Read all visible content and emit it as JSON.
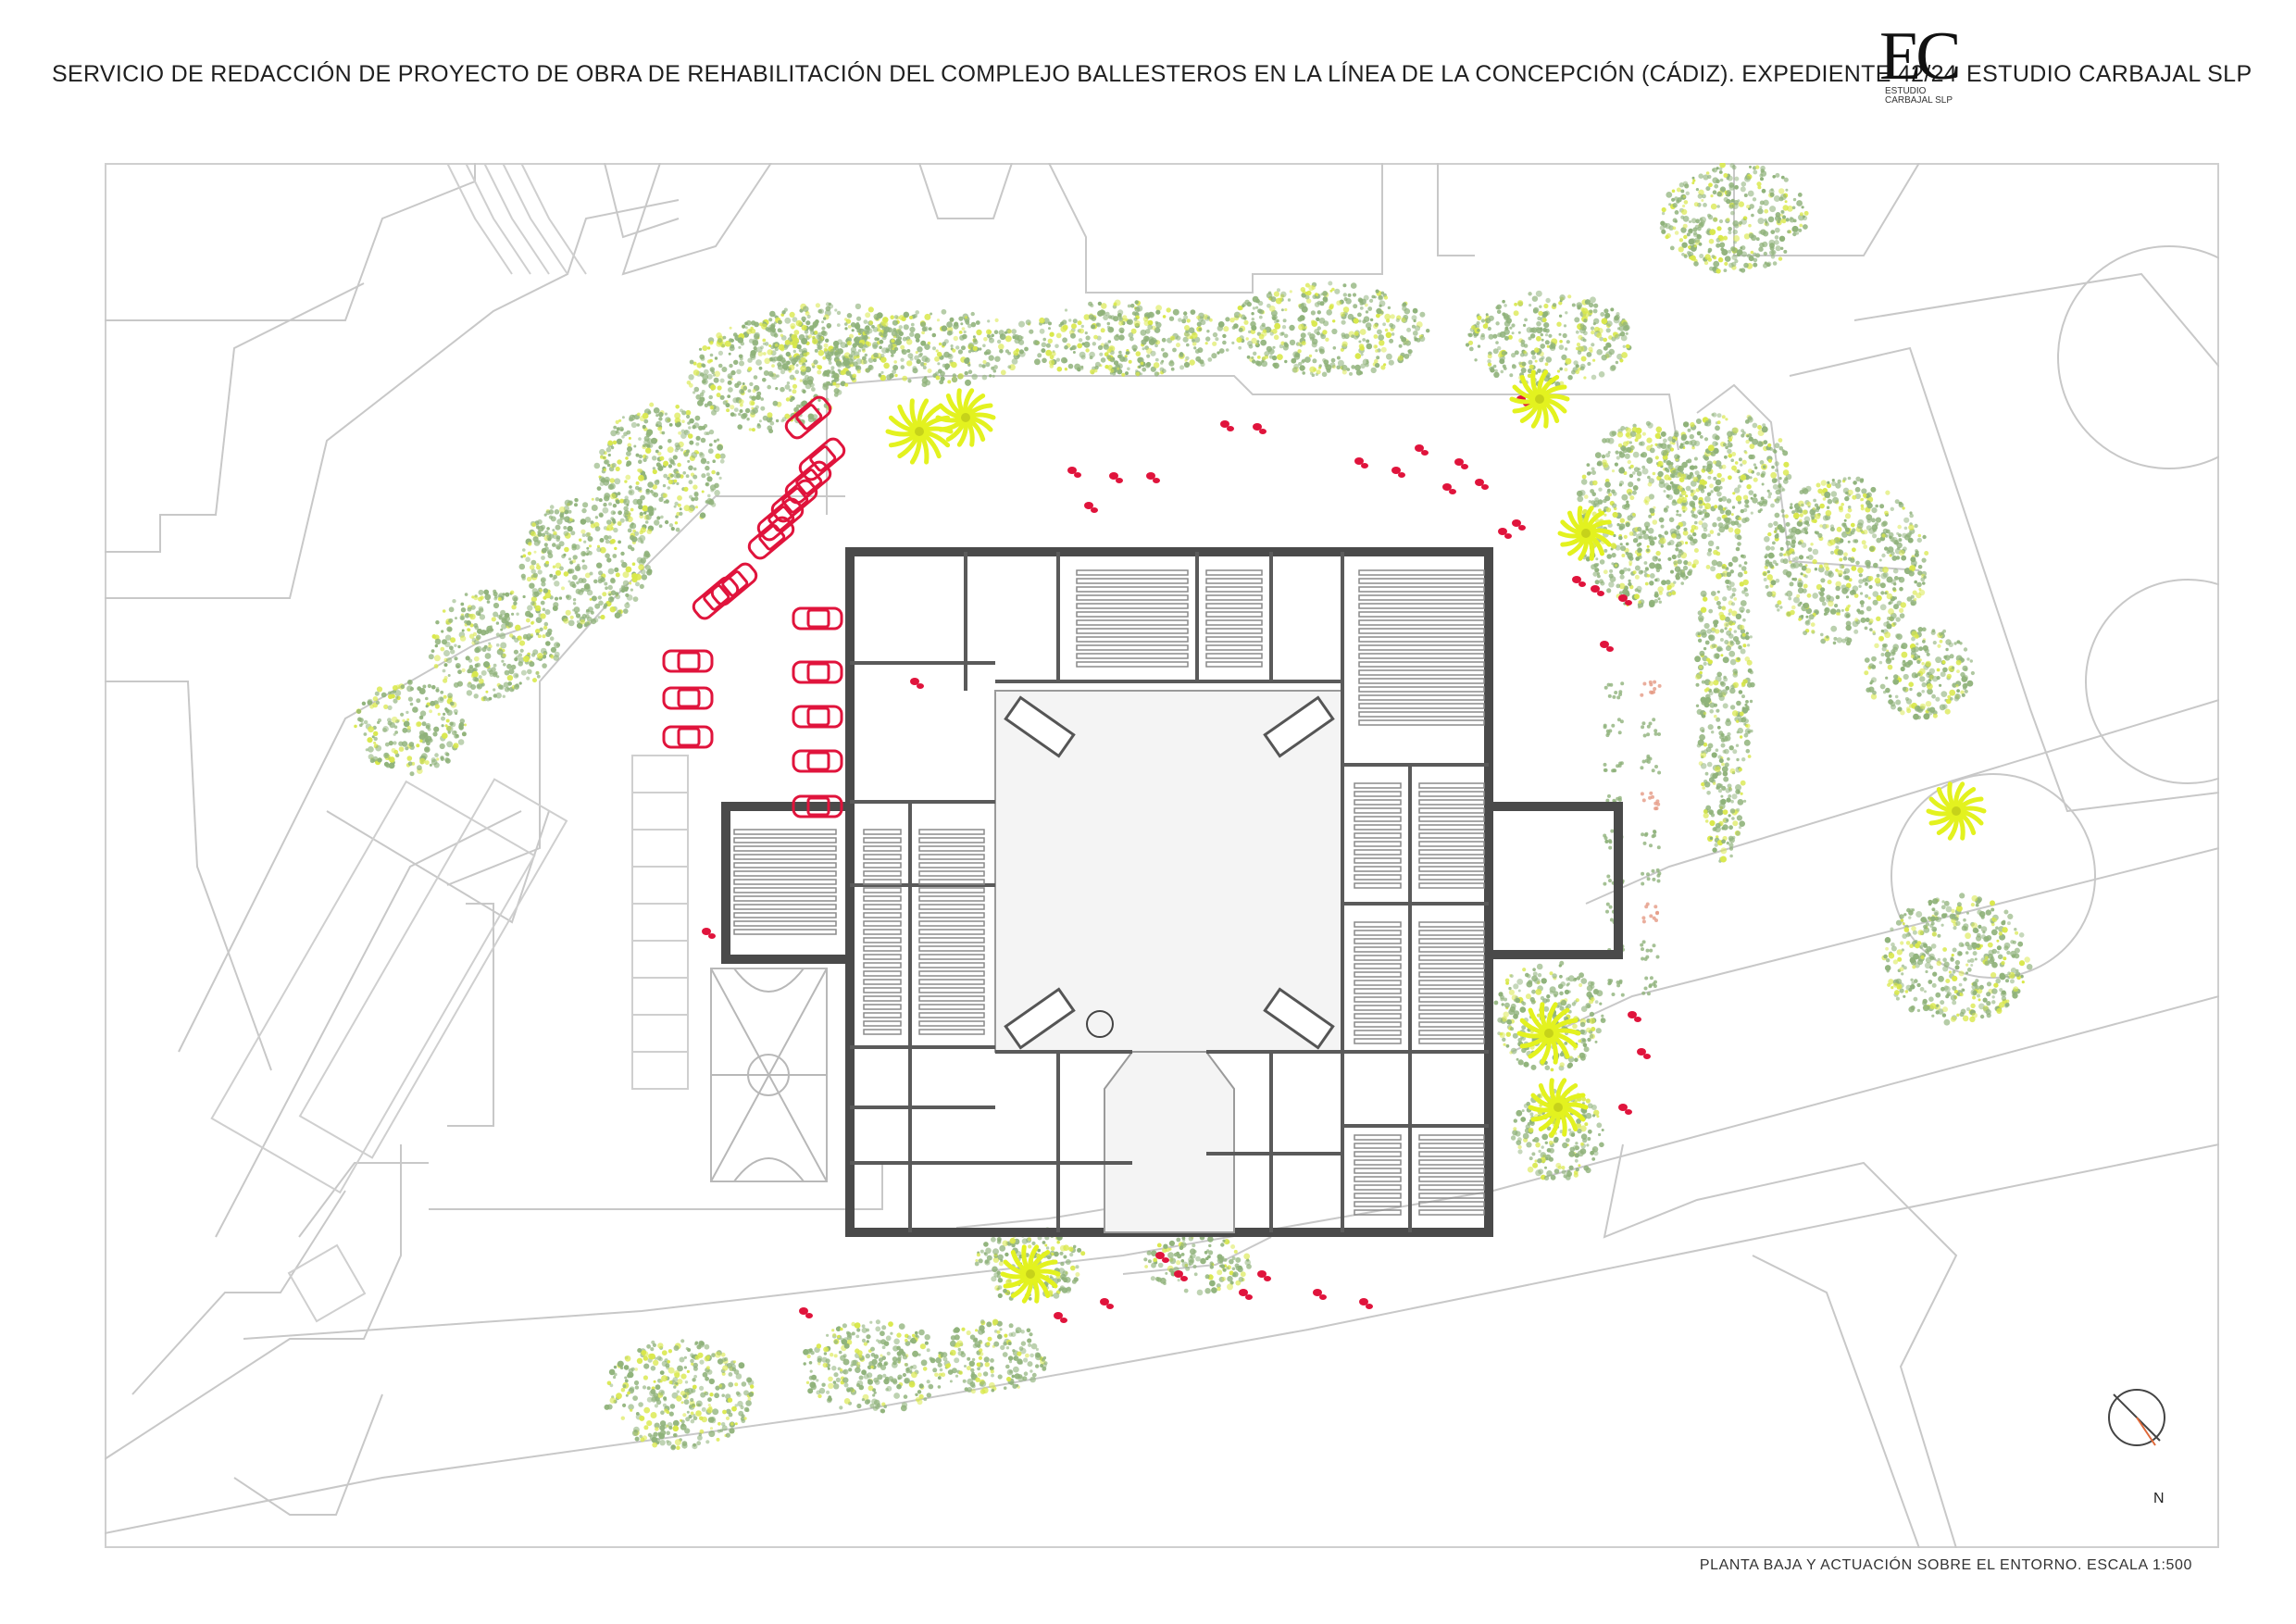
{
  "header": {
    "title": "SERVICIO DE REDACCIÓN DE PROYECTO DE OBRA DE REHABILITACIÓN DEL COMPLEJO BALLESTEROS EN LA LÍNEA DE LA CONCEPCIÓN (CÁDIZ). EXPEDIENTE 42/24",
    "logo_letters": "EC",
    "logo_line1": "ESTUDIO",
    "logo_line2": "CARBAJAL SLP",
    "brand": "ESTUDIO CARBAJAL SLP"
  },
  "drawing": {
    "north": "N",
    "caption": "PLANTA BAJA Y ACTUACIÓN SOBRE EL ENTORNO. ESCALA 1:500"
  },
  "colors": {
    "frame": "#cfcfcf",
    "street_lines": "#c8c8c8",
    "walls": "#4a4a4a",
    "vegetation": "#8fb27a",
    "vegetation_yellow": "#d9e84a",
    "palms": "#e3f21f",
    "cars": "#e0143c",
    "figures": "#e0143c",
    "courtyard": "#f4f4f4"
  }
}
